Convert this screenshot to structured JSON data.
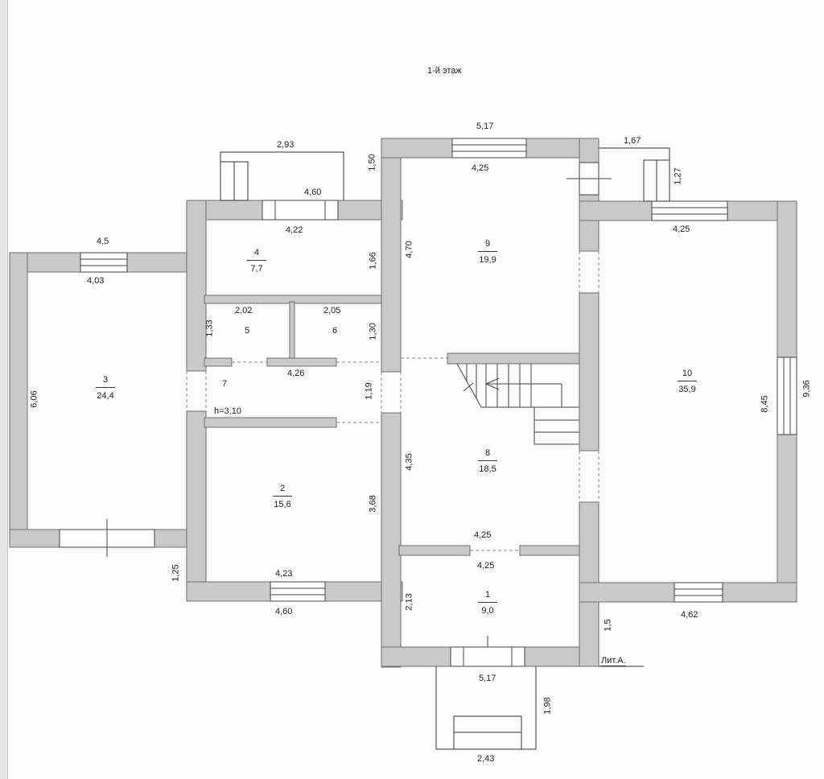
{
  "title": "1-й этаж",
  "litera": "Лит.А.",
  "rooms": [
    {
      "number": "1",
      "area": "9,0"
    },
    {
      "number": "2",
      "area": "15,6"
    },
    {
      "number": "3",
      "area": "24,4"
    },
    {
      "number": "4",
      "area": "7,7"
    },
    {
      "number": "5",
      "area": ""
    },
    {
      "number": "6",
      "area": ""
    },
    {
      "number": "7",
      "area": ""
    },
    {
      "number": "8",
      "area": "18,5"
    },
    {
      "number": "9",
      "area": "19,9"
    },
    {
      "number": "10",
      "area": "35,9"
    }
  ],
  "ceiling_height": "h=3,10",
  "dims": {
    "room9_top_outer": "5,17",
    "room9_top_inner": "4,25",
    "room9_left": "4,70",
    "room9_projection": "1,50",
    "porch_top_width": "2,93",
    "room4_top_outer": "4,60",
    "room4_top_inner": "4,22",
    "room4_right": "1,66",
    "room3_top_outer": "4,5",
    "room3_top_inner": "4,03",
    "room3_left": "6,06",
    "room5_width": "2,02",
    "room5_height": "1,33",
    "room6_width": "2,05",
    "room6_height": "1,30",
    "corridor_width": "4,26",
    "corridor_height": "1,19",
    "room2_right": "3,68",
    "room2_bottom_inner": "4,23",
    "room2_bottom_outer": "4,60",
    "room2_left_projection": "1,25",
    "room8_left": "4,35",
    "room8_bottom": "4,25",
    "room1_top": "4,25",
    "room1_left": "2,13",
    "room1_bottom_outer": "5,17",
    "room1_right_projection": "1,5",
    "porch_bottom_width": "2,43",
    "porch_bottom_depth": "1,98",
    "porch_right_width": "1,67",
    "porch_right_depth": "1,27",
    "room10_top": "4,25",
    "room10_inner_height": "8,45",
    "room10_outer_height": "9,36",
    "room10_bottom": "4,62"
  },
  "colors": {
    "wall": "#c9c9c9",
    "wall_stroke": "#6f6f6f",
    "line": "#333333"
  }
}
